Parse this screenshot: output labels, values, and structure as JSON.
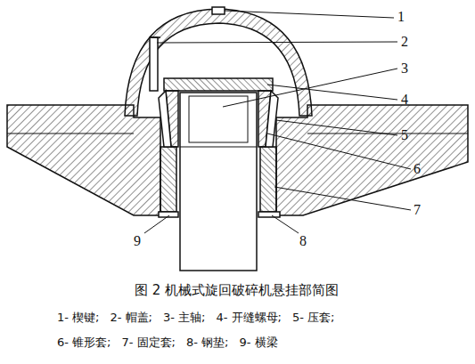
{
  "diagram": {
    "caption": "图 2 机械式旋回破碎机悬挂部简图",
    "labels": [
      "1",
      "2",
      "3",
      "4",
      "5",
      "6",
      "7",
      "8",
      "9",
      "1- 楔键;",
      "2- 帽盖;",
      "3- 主轴;",
      "4- 开缝螺母;",
      "5- 压套;",
      "6- 锥形套;",
      "7- 固定套;",
      "8- 钢垫;",
      "9- 横梁"
    ]
  }
}
